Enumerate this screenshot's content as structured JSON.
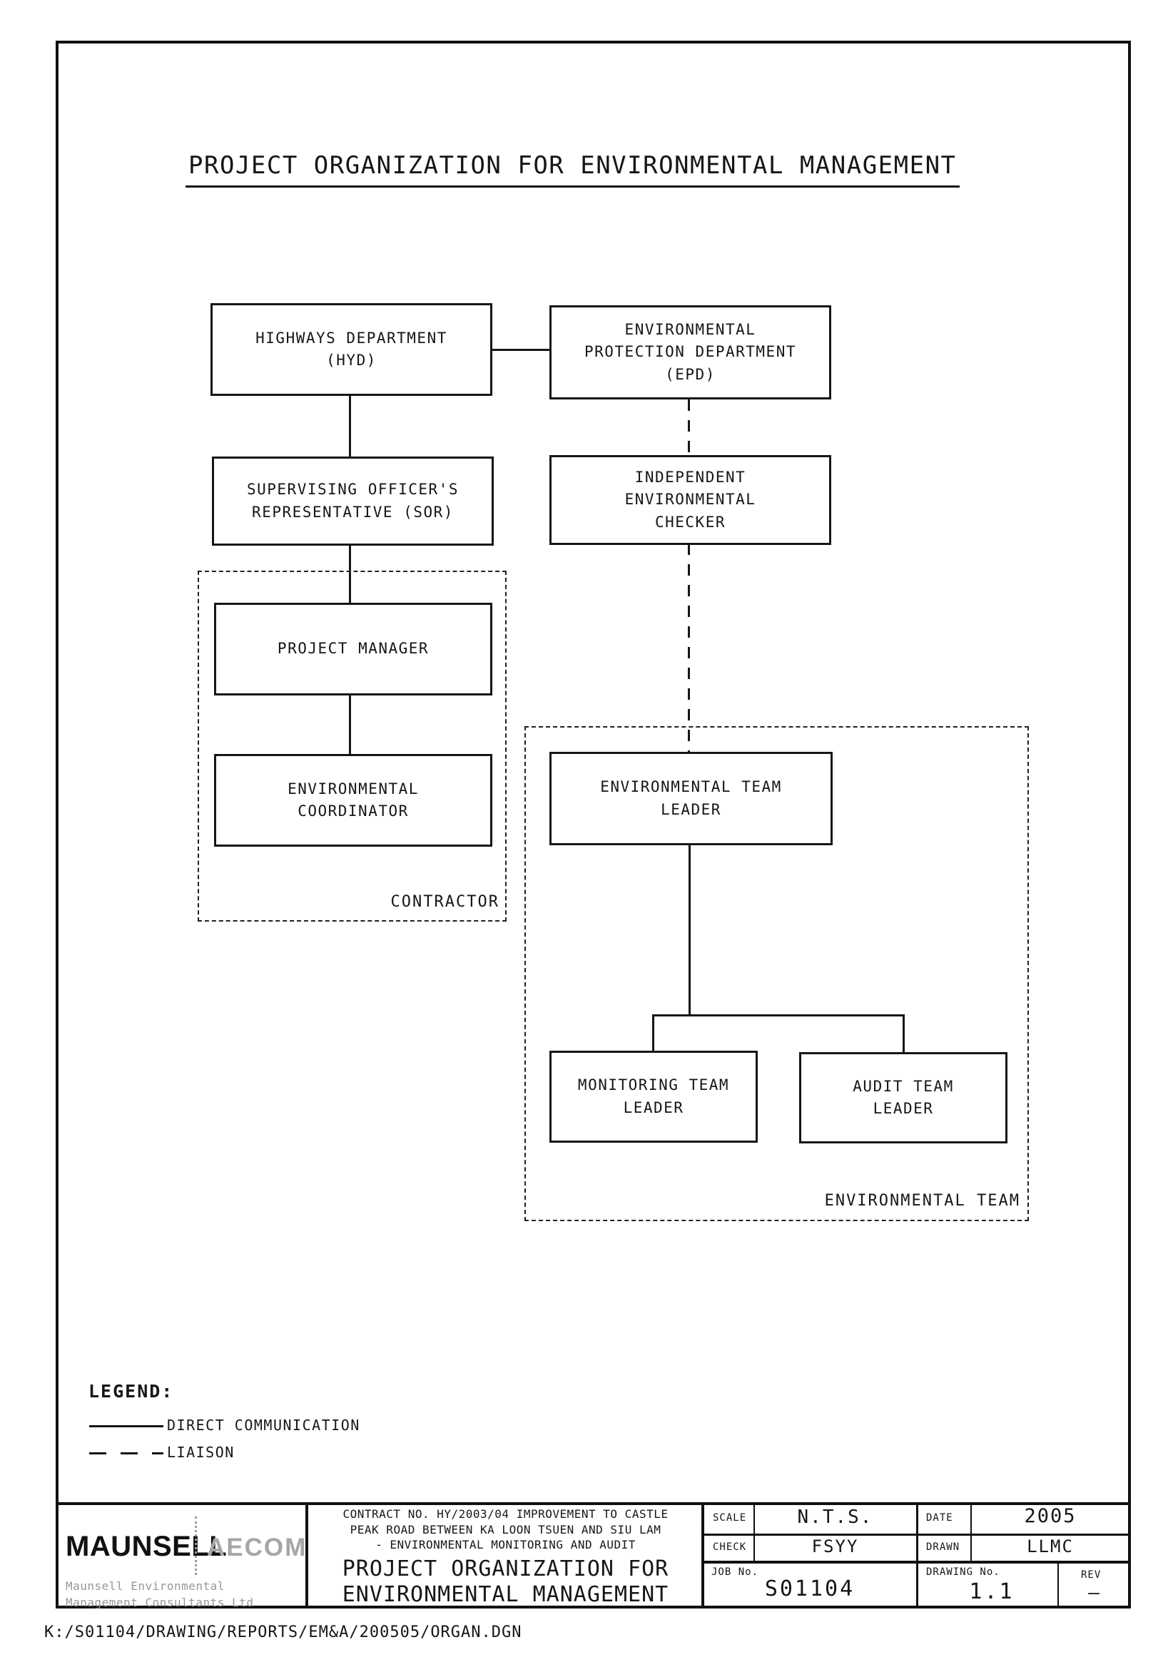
{
  "drawing_heading": "PROJECT ORGANIZATION FOR ENVIRONMENTAL MANAGEMENT",
  "org_chart": {
    "nodes": {
      "hyd": "HIGHWAYS DEPARTMENT\n(HYD)",
      "epd": "ENVIRONMENTAL\nPROTECTION DEPARTMENT\n(EPD)",
      "sor": "SUPERVISING OFFICER'S\nREPRESENTATIVE (SOR)",
      "iec": "INDEPENDENT\nENVIRONMENTAL\nCHECKER",
      "pm": "PROJECT MANAGER",
      "ec": "ENVIRONMENTAL\nCOORDINATOR",
      "etl": "ENVIRONMENTAL TEAM\nLEADER",
      "mtl": "MONITORING TEAM\nLEADER",
      "atl": "AUDIT TEAM\nLEADER"
    },
    "groups": {
      "contractor": "CONTRACTOR",
      "environmental_team": "ENVIRONMENTAL TEAM"
    }
  },
  "legend": {
    "heading": "LEGEND:",
    "items": [
      {
        "style": "solid",
        "label": "DIRECT COMMUNICATION"
      },
      {
        "style": "dashed",
        "label": "LIAISON"
      }
    ]
  },
  "title_block": {
    "logo": {
      "primary": "MAUNSELL",
      "secondary": "AECOM",
      "company": "Maunsell Environmental\nManagement Consultants Ltd"
    },
    "contract": "CONTRACT NO. HY/2003/04 IMPROVEMENT TO CASTLE\nPEAK ROAD BETWEEN KA LOON TSUEN AND SIU LAM\n- ENVIRONMENTAL MONITORING AND AUDIT",
    "drawing_title": "PROJECT ORGANIZATION FOR\nENVIRONMENTAL MANAGEMENT",
    "fields": {
      "scale_label": "SCALE",
      "scale_value": "N.T.S.",
      "check_label": "CHECK",
      "check_value": "FSYY",
      "date_label": "DATE",
      "date_value": "2005",
      "drawn_label": "DRAWN",
      "drawn_value": "LLMC",
      "job_label": "JOB No.",
      "job_value": "S01104",
      "drawing_no_label": "DRAWING No.",
      "drawing_no_value": "1.1",
      "rev_label": "REV",
      "rev_value": "—"
    }
  },
  "footer_path": "K:/S01104/DRAWING/REPORTS/EM&A/200505/ORGAN.DGN",
  "colors": {
    "ink": "#161616",
    "muted_gray": "#a6a6a6",
    "paper": "#ffffff"
  }
}
